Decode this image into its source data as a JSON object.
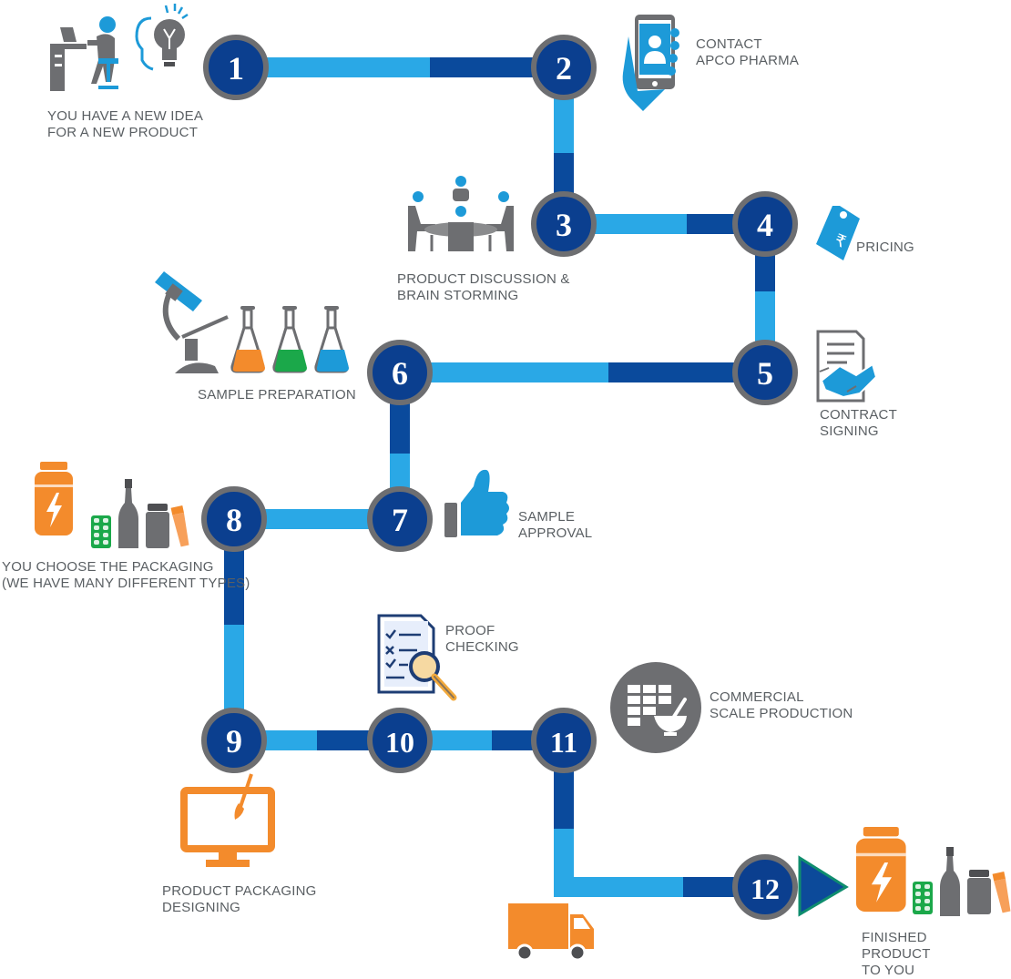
{
  "colors": {
    "light_blue": "#2aa8e6",
    "dark_blue": "#0a4a9c",
    "node_fill": "#0b3f8f",
    "node_ring": "#6d6e71",
    "icon_gray": "#6d6e71",
    "icon_blue": "#1d9ad8",
    "icon_orange": "#f38b2c",
    "icon_green": "#1ba84a",
    "arrow_green": "#0f8d6e",
    "arrow_blue": "#0c4a9a"
  },
  "steps": [
    {
      "number": "1",
      "label": [
        "YOU HAVE A NEW IDEA",
        "FOR A NEW PRODUCT"
      ],
      "icon": "person-at-desk-idea-icon"
    },
    {
      "number": "2",
      "label": [
        "CONTACT",
        "APCO PHARMA"
      ],
      "icon": "phone-in-hand-icon"
    },
    {
      "number": "3",
      "label": [
        "PRODUCT DISCUSSION &",
        "BRAIN STORMING"
      ],
      "icon": "meeting-table-icon"
    },
    {
      "number": "4",
      "label": [
        "PRICING"
      ],
      "icon": "rupee-price-tag-icon"
    },
    {
      "number": "5",
      "label": [
        "CONTRACT",
        "SIGNING"
      ],
      "icon": "contract-handshake-icon"
    },
    {
      "number": "6",
      "label": [
        "SAMPLE PREPARATION"
      ],
      "icon": "microscope-flasks-icon"
    },
    {
      "number": "7",
      "label": [
        "SAMPLE",
        "APPROVAL"
      ],
      "icon": "thumbs-up-icon"
    },
    {
      "number": "8",
      "label": [
        "YOU CHOOSE THE PACKAGING",
        "(WE HAVE MANY DIFFERENT TYPES)"
      ],
      "icon": "packaging-types-icon"
    },
    {
      "number": "9",
      "label": [
        "PRODUCT PACKAGING",
        "DESIGNING"
      ],
      "icon": "monitor-paintbrush-icon"
    },
    {
      "number": "10",
      "label": [
        "PROOF",
        "CHECKING"
      ],
      "icon": "checklist-magnifier-icon"
    },
    {
      "number": "11",
      "label": [
        "COMMERCIAL",
        "SCALE PRODUCTION"
      ],
      "icon": "factory-mortar-icon"
    },
    {
      "number": "12",
      "label": [
        "FINISHED",
        "PRODUCT",
        "TO YOU"
      ],
      "icon": "finished-products-icon"
    }
  ],
  "extra_icons": [
    "delivery-truck-icon",
    "play-arrow-icon"
  ]
}
